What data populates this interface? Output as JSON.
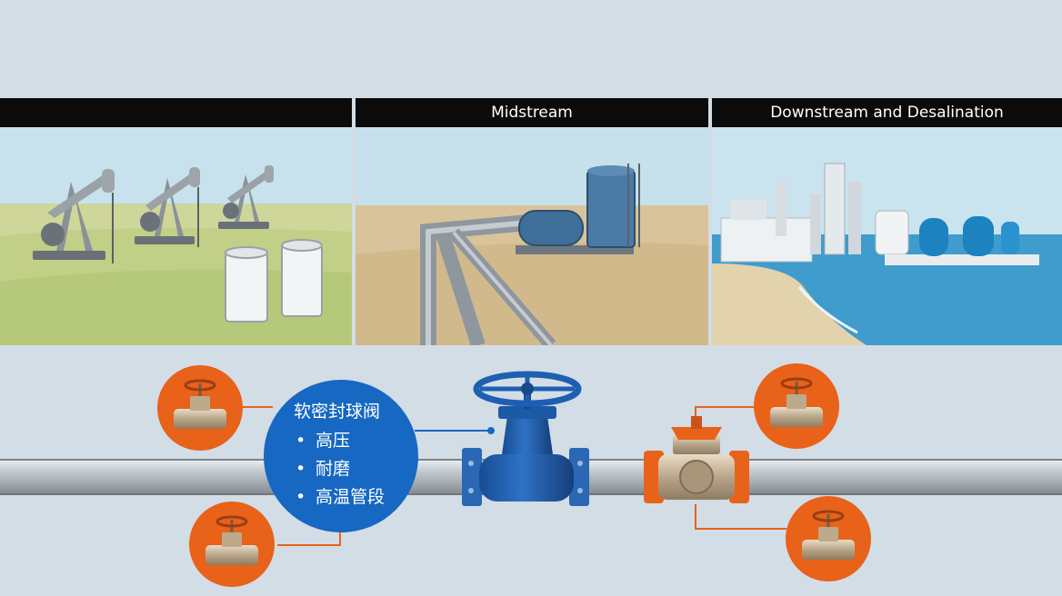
{
  "panels": [
    {
      "header": "",
      "scene": "oil-field"
    },
    {
      "header": "Midstream",
      "scene": "pipeline-storage"
    },
    {
      "header": "Downstream and Desalination",
      "scene": "refinery-coast"
    }
  ],
  "callout": {
    "title": "软密封球阀",
    "items": [
      "高压",
      "耐磨",
      "高温管段"
    ]
  },
  "colors": {
    "background": "#d3dde6",
    "header_bar": "#0b0b0b",
    "callout_blue": "#1668c2",
    "accent_orange": "#e8621a",
    "pipe_gray": "#a9b1b8",
    "valve_blue": "#1e5fb0"
  },
  "icons": [
    "pumpjack-icon",
    "storage-tank-icon",
    "pipeline-icon",
    "refinery-icon",
    "desalination-tank-icon",
    "gate-valve-icon",
    "ball-valve-icon",
    "bronze-valve-icon"
  ]
}
